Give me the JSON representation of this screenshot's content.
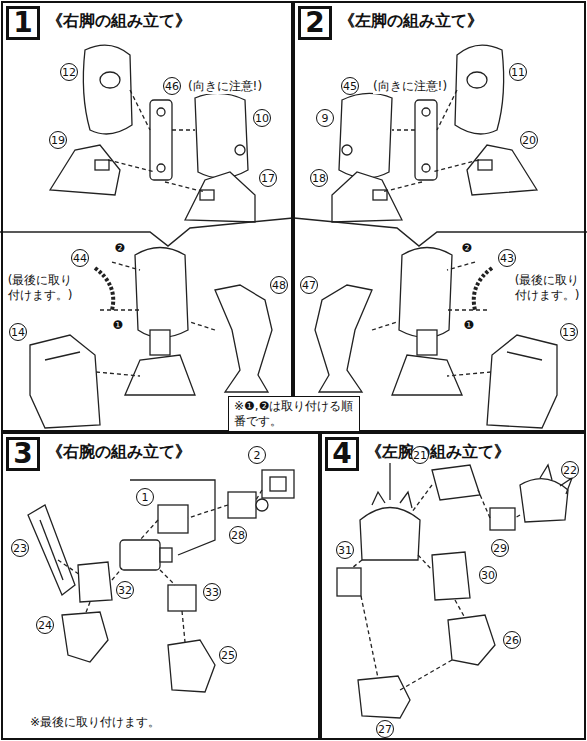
{
  "diagram": {
    "nodes": [
      {
        "text": [
          "1",
          "《右脚の組み立て》"
        ]
      },
      {
        "text": [
          "2",
          "《左脚の組み立て》"
        ]
      },
      {
        "text": [
          "3",
          "《右腕の組み立て》"
        ]
      },
      {
        "text": [
          "4",
          "《左腕の組み立て》"
        ]
      },
      {
        "text": [
          "※❶,❷は取り付ける順番です。"
        ]
      }
    ],
    "labels": [
      "12",
      "46",
      "(向きに注意!)",
      "10",
      "19",
      "17",
      "44",
      "❷",
      "(最後に取り付けます。)",
      "❶",
      "48",
      "14",
      "45",
      "(向きに注意!)",
      "9",
      "11",
      "18",
      "20",
      "❷",
      "43",
      "(最後に取り付けます。)",
      "❶",
      "47",
      "13",
      "2",
      "1",
      "23",
      "28",
      "32",
      "33",
      "24",
      "25",
      "※最後に取り付けます。",
      "21",
      "22",
      "29",
      "31",
      "30",
      "26",
      "27"
    ]
  }
}
